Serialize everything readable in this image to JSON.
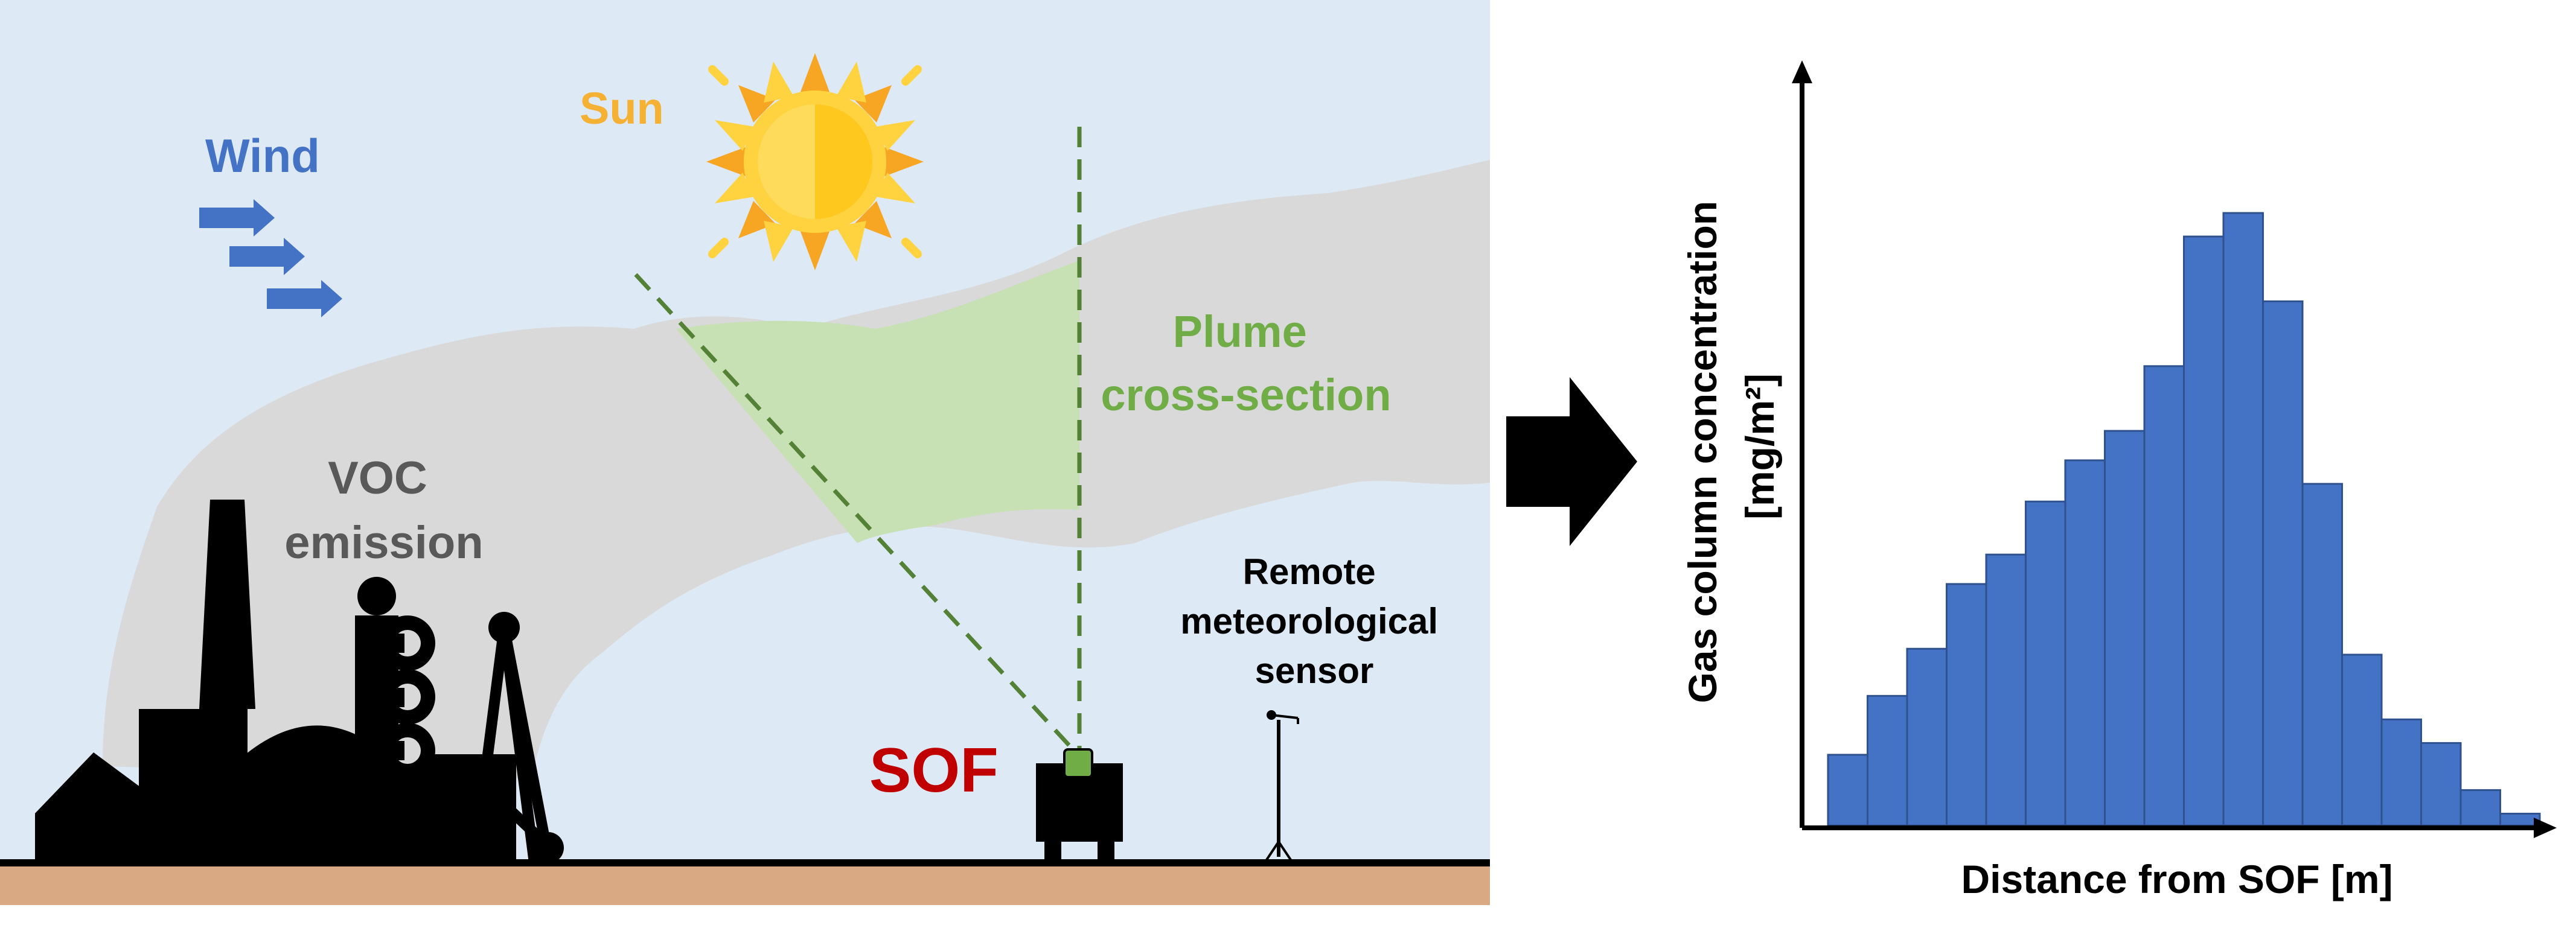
{
  "scene": {
    "wind_label": "Wind",
    "sun_label": "Sun",
    "plume_label_lines": [
      "Plume",
      "cross-section"
    ],
    "voc_label_lines": [
      "VOC",
      "emission"
    ],
    "sof_label": "SOF",
    "sensor_label_lines": [
      "Remote",
      "meteorological",
      "sensor"
    ]
  },
  "colors": {
    "sky": "#dde9f5",
    "ground": "#d8a983",
    "plume": "#d9d9d9",
    "plume_section": "#c7e0b4",
    "beam": "#538135",
    "wind": "#4472c4",
    "sun_label": "#f4b133",
    "plume_label": "#70ad47",
    "voc_label": "#595959",
    "sof_label": "#c00000",
    "bars": "#4472c4",
    "bar_edge": "#2f528f"
  },
  "chart_data": {
    "type": "bar",
    "xlabel": "Distance from SOF [m]",
    "ylabel_lines": [
      "Gas column concentration",
      "[mg/m²]"
    ],
    "values": [
      0.12,
      0.22,
      0.3,
      0.41,
      0.46,
      0.55,
      0.62,
      0.67,
      0.78,
      1.0,
      1.04,
      0.89,
      0.58,
      0.29,
      0.18,
      0.14,
      0.06,
      0.02
    ]
  }
}
